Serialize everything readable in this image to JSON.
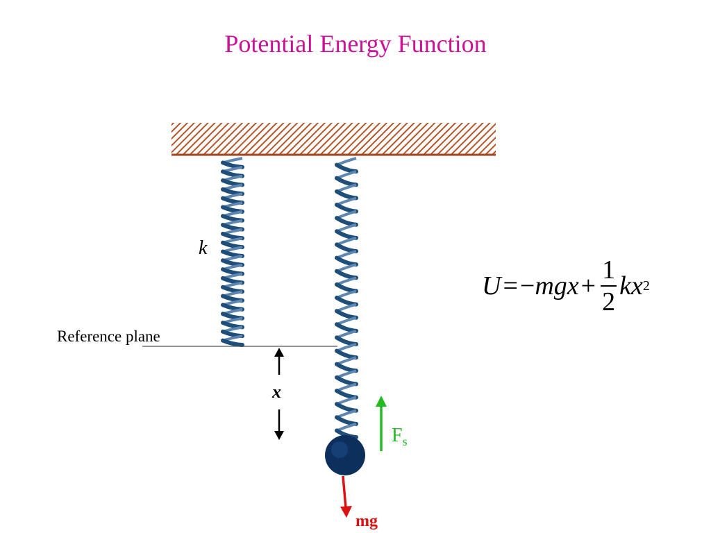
{
  "title": "Potential Energy Function",
  "labels": {
    "reference_plane": "Reference plane",
    "spring_constant": "k",
    "displacement": "x",
    "spring_force_base": "F",
    "spring_force_sub": "s",
    "weight": "mg"
  },
  "equation": {
    "lhs": "U",
    "equals": "=",
    "minus": "−",
    "term1": "mgx",
    "plus": "+",
    "frac_num": "1",
    "frac_den": "2",
    "term2": "kx",
    "exponent": "2"
  },
  "colors": {
    "title": "#cc1199",
    "ceiling_hatch": "#b5552a",
    "spring": "#1f4e79",
    "mass": "#0d2f5c",
    "spring_force_arrow": "#22bb22",
    "weight_arrow": "#dd1111"
  }
}
